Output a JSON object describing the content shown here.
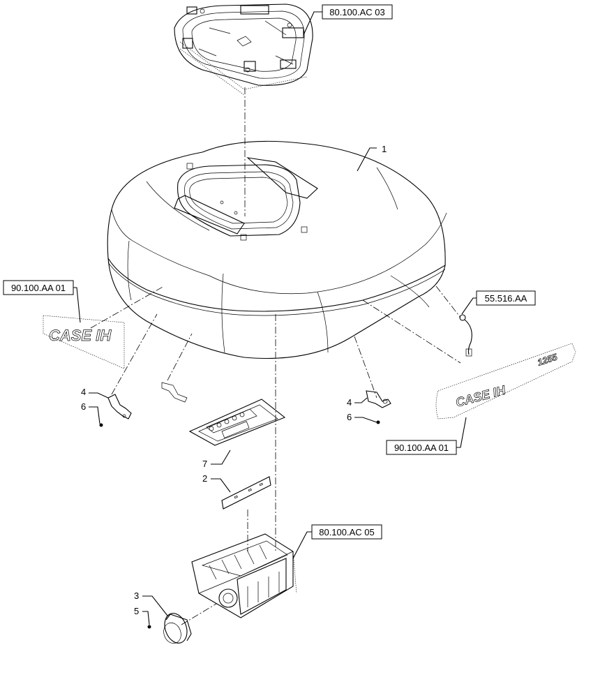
{
  "references": {
    "ref_top": "80.100.AC 03",
    "ref_left": "90.100.AA 01",
    "ref_right_harness": "55.516.AA",
    "ref_right_decal": "90.100.AA 01",
    "ref_bottom": "80.100.AC 05"
  },
  "callouts": {
    "item_1": "1",
    "item_2": "2",
    "item_3": "3",
    "item_4_left": "4",
    "item_4_right": "4",
    "item_5": "5",
    "item_6_left": "6",
    "item_6_right": "6",
    "item_7": "7"
  },
  "decals": {
    "left_brand": "CASE IH",
    "right_brand": "CASE IH",
    "right_model": "1255"
  }
}
